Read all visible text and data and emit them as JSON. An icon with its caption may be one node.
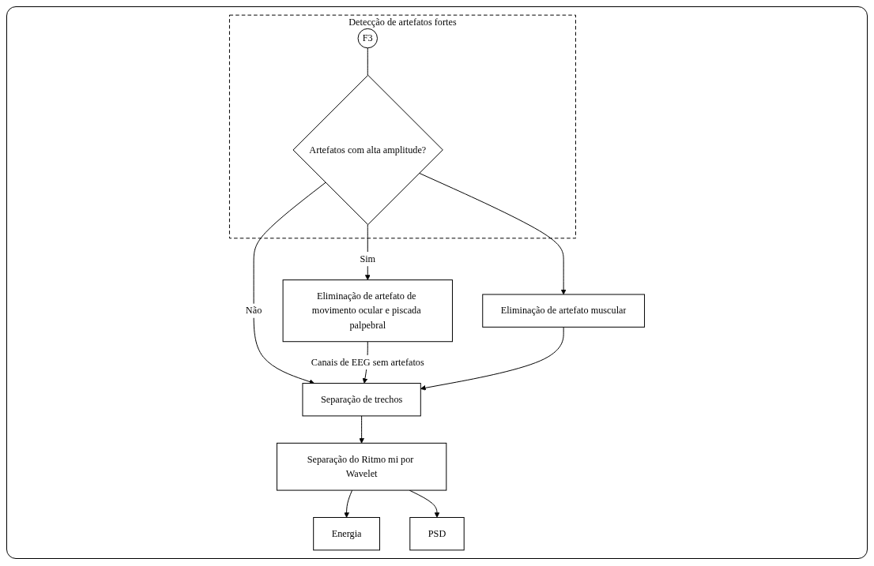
{
  "diagram": {
    "nodes": [
      {
        "text": [
          "Detecção de artefatos fortes"
        ]
      },
      {
        "text": [
          "Artefatos com alta amplitude?"
        ],
        "in": 0
      },
      {
        "text": [
          "F3"
        ],
        "in": 0
      },
      {
        "text": [
          "Eliminação de artefato de movimento ocular e piscada palpebral"
        ]
      },
      {
        "text": [
          "Eliminação de artefato muscular"
        ]
      },
      {
        "text": [
          "Separação de trechos"
        ]
      },
      {
        "text": [
          "Separação do Ritmo mi por Wavelet"
        ]
      },
      {
        "text": [
          "Energia"
        ]
      },
      {
        "text": [
          "PSD"
        ]
      }
    ],
    "edges": [
      {
        "from": 2,
        "to": 1,
        "arrow": "none"
      },
      {
        "from": 1,
        "to": 3,
        "arrow": "to",
        "label": "Sim"
      },
      {
        "from": 1,
        "to": 4,
        "arrow": "to"
      },
      {
        "from": 1,
        "to": 5,
        "arrow": "to",
        "label": "Não"
      },
      {
        "from": 3,
        "to": 5,
        "arrow": "to",
        "label": "Canais de EEG sem artefatos"
      },
      {
        "from": 4,
        "to": 5,
        "arrow": "to"
      },
      {
        "from": 5,
        "to": 6,
        "arrow": "to"
      },
      {
        "from": 6,
        "to": 7,
        "arrow": "to"
      },
      {
        "from": 6,
        "to": 8,
        "arrow": "to"
      }
    ]
  }
}
